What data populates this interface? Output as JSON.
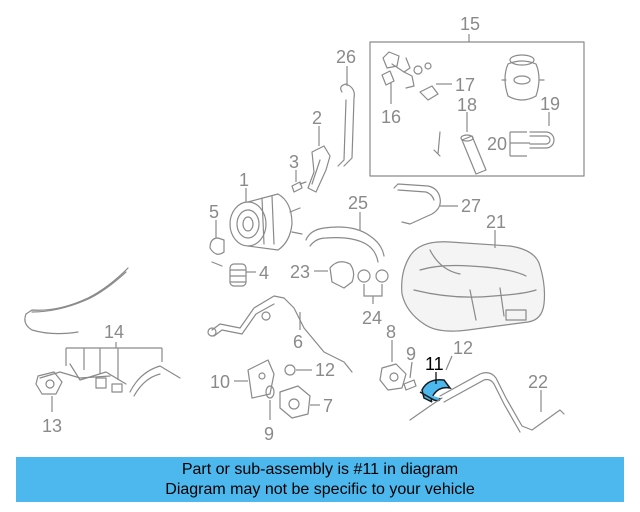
{
  "labels": {
    "p1": "1",
    "p2": "2",
    "p3": "3",
    "p4": "4",
    "p5": "5",
    "p6": "6",
    "p7": "7",
    "p8": "8",
    "p9a": "9",
    "p9b": "9",
    "p10": "10",
    "p11": "11",
    "p12a": "12",
    "p12b": "12",
    "p13": "13",
    "p14": "14",
    "p15": "15",
    "p16": "16",
    "p17": "17",
    "p18": "18",
    "p19": "19",
    "p20": "20",
    "p21": "21",
    "p22": "22",
    "p23": "23",
    "p24": "24",
    "p25": "25",
    "p26": "26",
    "p27": "27"
  },
  "caption": {
    "line1": "Part or sub-assembly is #11 in diagram",
    "line2": "Diagram may not be specific to your vehicle"
  },
  "colors": {
    "highlight": "#4db8ee",
    "line": "#8a8a8a"
  }
}
